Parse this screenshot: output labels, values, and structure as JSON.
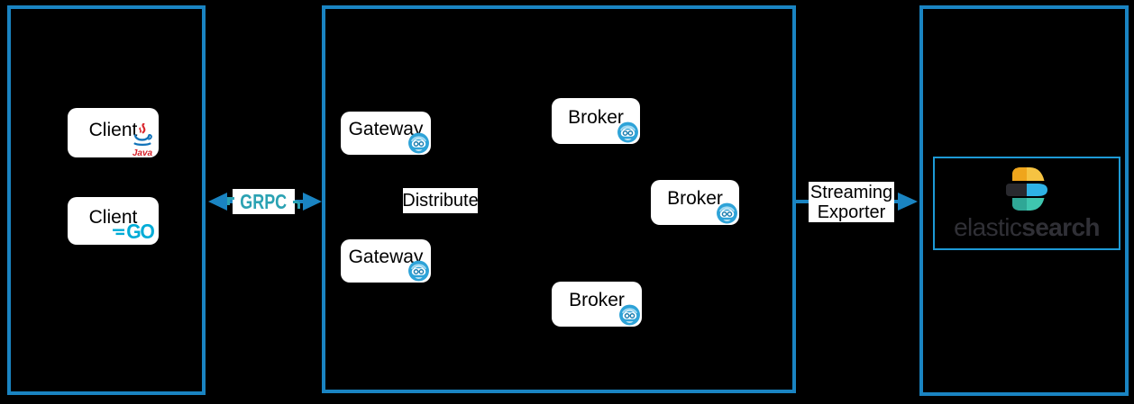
{
  "colors": {
    "background": "#000000",
    "frame_blue": "#1a84c2",
    "grpc_teal": "#2ba2b3",
    "go_cyan": "#00acd7",
    "java_red": "#d71f28",
    "java_blue": "#1173b9",
    "zeebe_blue": "#2ea3d8",
    "elastic_yellow": "#f6c342",
    "elastic_orange": "#efa51c",
    "elastic_dark": "#29292e",
    "elastic_blue": "#2eb2e5",
    "elastic_teal": "#3fc6af",
    "elastic_teal_dark": "#2fa796",
    "elastic_wordmark": "#303036"
  },
  "client_panel": {
    "nodes": [
      {
        "label": "Client",
        "icon": "java-logo",
        "wordmark": "Java"
      },
      {
        "label": "Client",
        "icon": "go-logo",
        "wordmark": "GO"
      }
    ]
  },
  "grpc_link": {
    "label": "GRPC"
  },
  "cluster_panel": {
    "gateways": [
      {
        "label": "Gateway"
      },
      {
        "label": "Gateway"
      }
    ],
    "brokers": [
      {
        "label": "Broker"
      },
      {
        "label": "Broker"
      },
      {
        "label": "Broker"
      }
    ],
    "distribute_label": "Distribute"
  },
  "exporter_link": {
    "lines": [
      "Streaming",
      "Exporter"
    ]
  },
  "storage_panel": {
    "wordmark_regular": "elastic",
    "wordmark_bold": "search"
  }
}
